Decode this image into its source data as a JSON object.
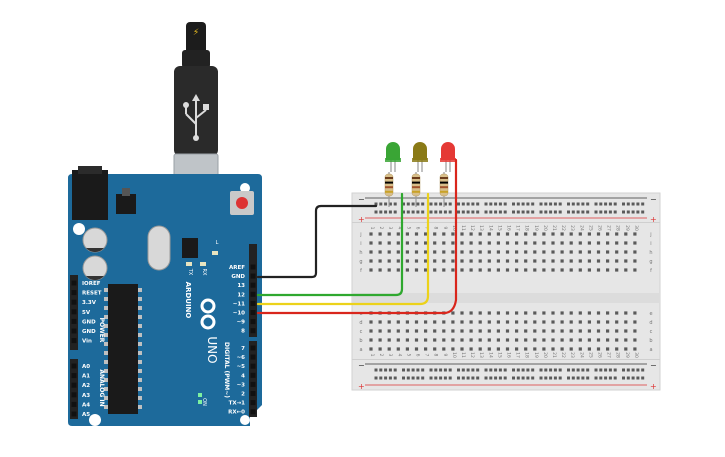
{
  "board": {
    "brand": "ARDUINO",
    "model": "UNO",
    "on_label": "ON",
    "led_l_label": "L",
    "tx_label": "TX",
    "rx_label": "RX",
    "power_header_title": "POWER",
    "analog_header_title": "ANALOG IN",
    "digital_header_title": "DIGITAL (PWM~)",
    "power_pins": [
      "IOREF",
      "RESET",
      "3.3V",
      "5V",
      "GND",
      "GND",
      "Vin"
    ],
    "analog_pins": [
      "A0",
      "A1",
      "A2",
      "A3",
      "A4",
      "A5"
    ],
    "digital_top_pins": [
      "AREF",
      "GND",
      "13",
      "12",
      "~11",
      "~10",
      "~9",
      "8"
    ],
    "digital_bottom_pins": [
      "7",
      "~6",
      "~5",
      "4",
      "~3",
      "2",
      "TX→1",
      "RX←0"
    ],
    "colors": {
      "board": "#1d6a9b",
      "header": "#222222",
      "trace": "#2f86bd"
    }
  },
  "breadboard": {
    "top_row_letters": [
      "j",
      "i",
      "h",
      "g",
      "f"
    ],
    "bottom_row_letters": [
      "e",
      "d",
      "c",
      "b",
      "a"
    ],
    "column_numbers": [
      "1",
      "2",
      "3",
      "4",
      "5",
      "6",
      "7",
      "8",
      "9",
      "10",
      "11",
      "12",
      "13",
      "14",
      "15",
      "16",
      "17",
      "18",
      "19",
      "20",
      "21",
      "22",
      "23",
      "24",
      "25",
      "26",
      "27",
      "28",
      "29",
      "30"
    ],
    "rail_plus": "+",
    "rail_minus": "−"
  },
  "leds": [
    {
      "color_name": "green",
      "color": "#3aa535"
    },
    {
      "color_name": "yellow",
      "color": "#8a7a16"
    },
    {
      "color_name": "red",
      "color": "#e53935"
    }
  ],
  "wires": [
    {
      "from": "GND",
      "color": "#222222"
    },
    {
      "from": "12",
      "color": "#2fa82f"
    },
    {
      "from": "~11",
      "color": "#ecd21a"
    },
    {
      "from": "~10",
      "color": "#d9261c"
    }
  ],
  "usb_cable": {
    "bolt_icon": "lightning-icon",
    "usb_icon": "usb-trident-icon"
  }
}
